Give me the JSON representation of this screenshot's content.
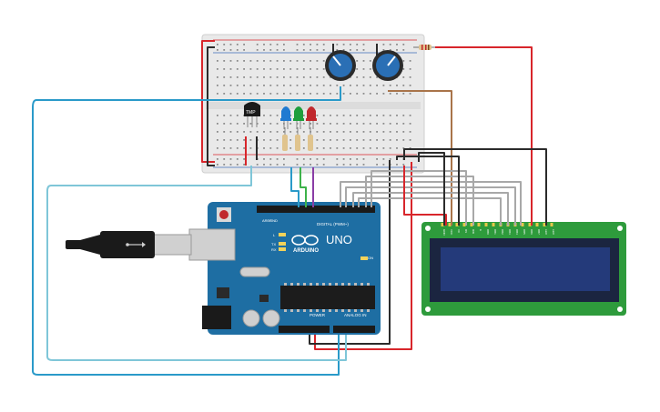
{
  "arduino": {
    "brand": "ARDUINO",
    "model": "UNO",
    "digital_label": "DIGITAL (PWM~)",
    "power_label": "POWER",
    "analog_label": "ANALOG IN",
    "gnd_label": "GND",
    "aref_label": "AREF",
    "on_label": "ON",
    "led_l": "L",
    "led_tx": "TX",
    "led_rx": "RX",
    "board_color": "#1e6ea3"
  },
  "temp_sensor": {
    "label": "TMP"
  },
  "lcd": {
    "pin_labels": [
      "GND",
      "VCC",
      "V0",
      "RS",
      "RW",
      "E",
      "DB0",
      "DB1",
      "DB2",
      "DB3",
      "DB4",
      "DB5",
      "DB6",
      "DB7",
      "LED",
      "LED"
    ],
    "board_color": "#2e9b3c",
    "screen_color": "#243a7a"
  },
  "leds": [
    {
      "name": "blue-led",
      "color": "#1f7ad1"
    },
    {
      "name": "green-led",
      "color": "#1e9e3c"
    },
    {
      "name": "red-led",
      "color": "#c0282d"
    }
  ],
  "potentiometers": [
    {
      "name": "potentiometer-1"
    },
    {
      "name": "potentiometer-2"
    }
  ],
  "wire_colors": {
    "red": "#d8262b",
    "black": "#2b2b2b",
    "blue": "#2a9ac9",
    "light_blue": "#7fc6d8",
    "brown": "#a9744a",
    "gray": "#a8a8a8",
    "green": "#3db24a",
    "purple": "#8a3ea6"
  }
}
